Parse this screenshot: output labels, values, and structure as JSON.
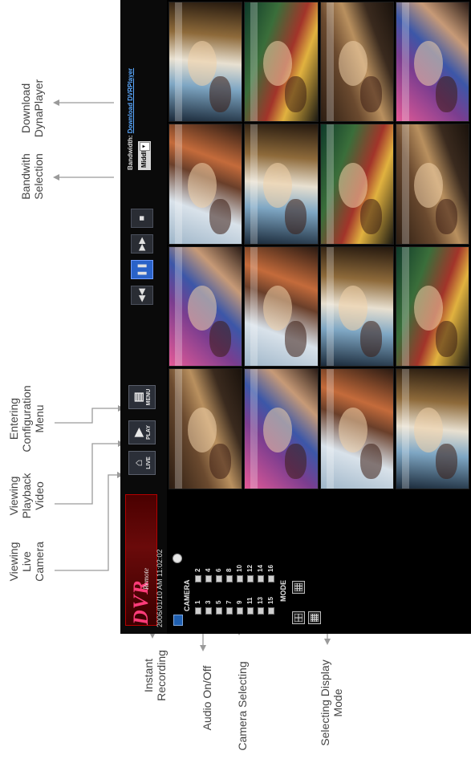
{
  "labels": {
    "viewing_live": [
      "Viewing",
      "Live",
      "Camera"
    ],
    "viewing_playback": [
      "Viewing",
      "Playback",
      "Video"
    ],
    "entering_config": [
      "Entering",
      "Configuration",
      "Menu"
    ],
    "bandwidth_selection": [
      "Bandwith",
      "Selection"
    ],
    "download_player": [
      "Download",
      "DynaPlayer"
    ],
    "instant_recording": [
      "Instant",
      "Recording"
    ],
    "audio": [
      "Audio On/Off"
    ],
    "camera_selecting": [
      "Camera Selecting"
    ],
    "display_mode": [
      "Selecting Display",
      "Mode"
    ]
  },
  "dvr": {
    "logo": "DVR",
    "logo_sub": "Remote",
    "timestamp": "2006/01/10 AM 11:02:02",
    "buttons": {
      "live": "LIVE",
      "play": "PLAY",
      "menu": "MENU"
    },
    "bandwidth_label": "Bandwidth:",
    "download_link": "Download  DVRPlayer",
    "bandwidth_value": "Middle",
    "camera_title": "CAMERA",
    "mode_title": "MODE",
    "cameras": [
      [
        "1",
        "2"
      ],
      [
        "3",
        "4"
      ],
      [
        "5",
        "6"
      ],
      [
        "7",
        "8"
      ],
      [
        "9",
        "10"
      ],
      [
        "11",
        "12"
      ],
      [
        "13",
        "14"
      ],
      [
        "15",
        "16"
      ]
    ]
  },
  "colors": {
    "link": "#59a8ff",
    "active_button": "#2a62c8",
    "logo_text": "#ff3c7a"
  }
}
